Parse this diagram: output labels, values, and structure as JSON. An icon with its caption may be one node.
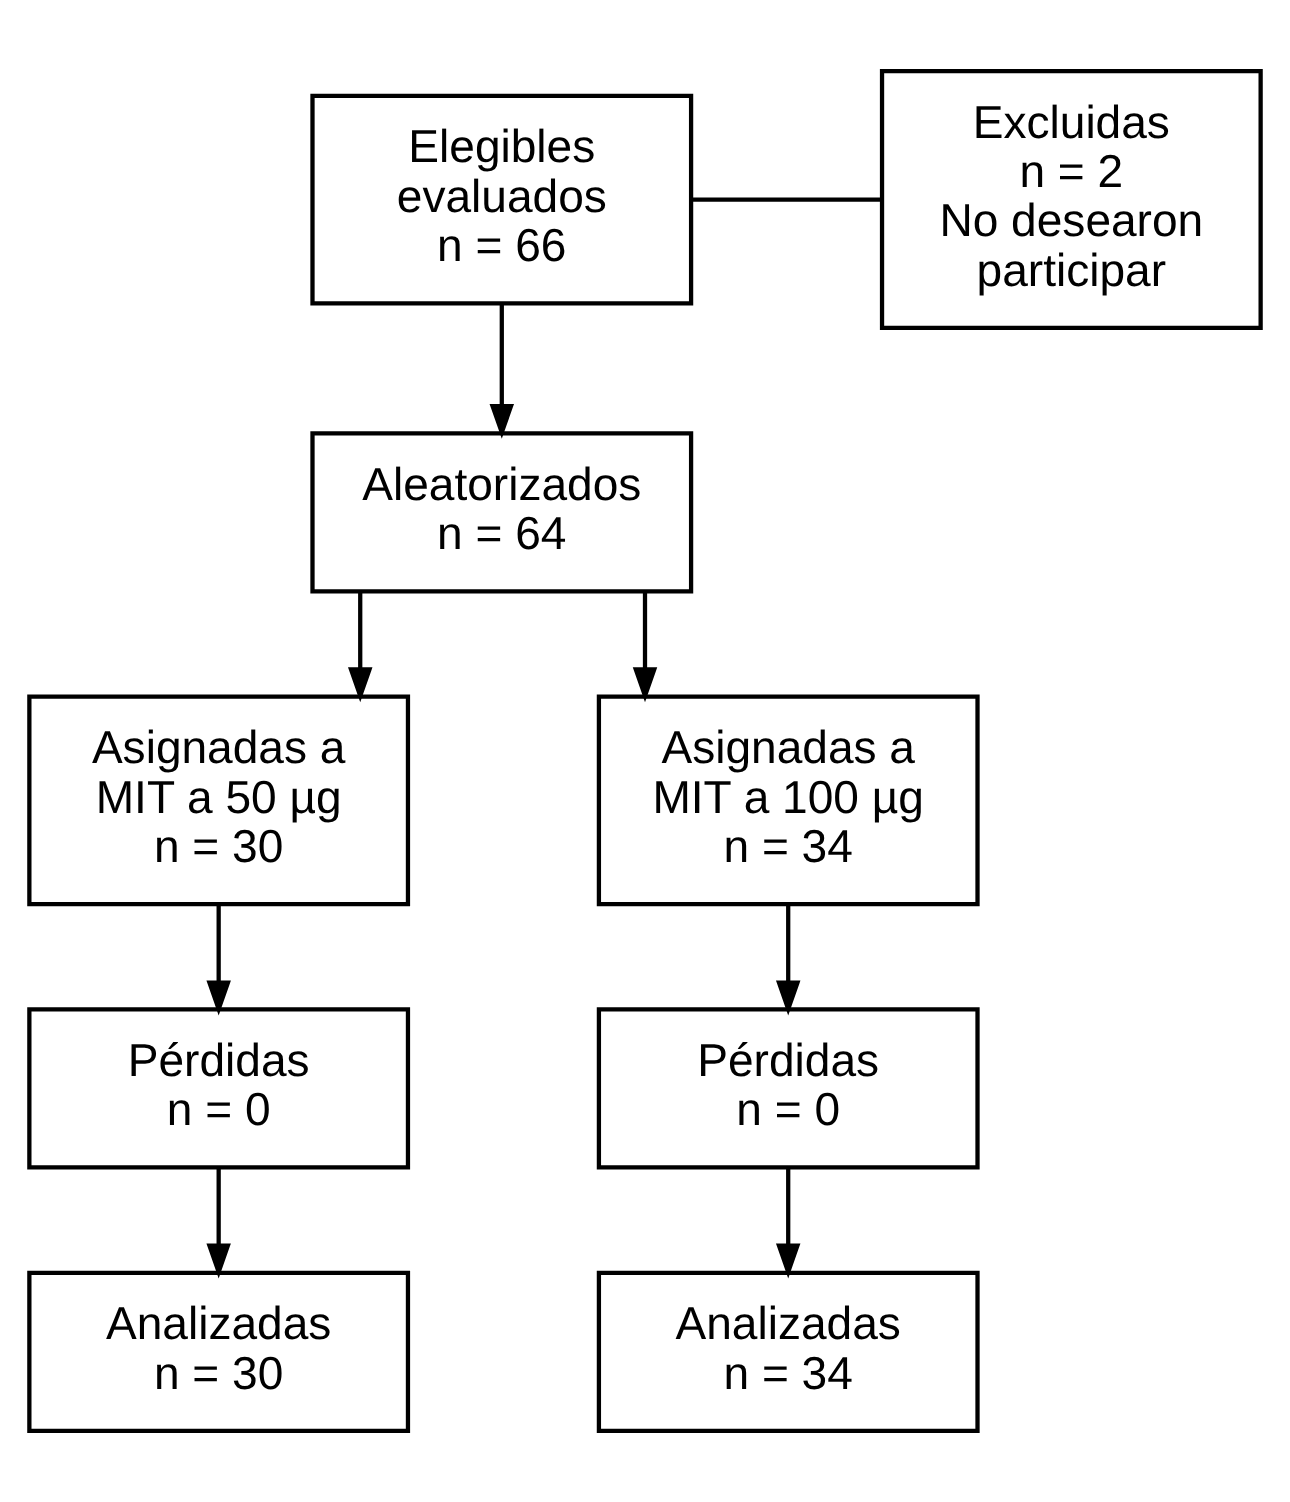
{
  "diagram": {
    "nodes": [
      {
        "text": [
          "Elegibles evaluados",
          "n = 66"
        ]
      },
      {
        "text": [
          "Excluidas",
          "n = 2",
          "No desearon participar"
        ]
      },
      {
        "text": [
          "Aleatorizados",
          "n = 64"
        ]
      },
      {
        "text": [
          "Asignadas a MIT a 50 µg",
          "n = 30"
        ]
      },
      {
        "text": [
          "Asignadas a MIT a 100 µg",
          "n = 34"
        ]
      },
      {
        "text": [
          "Pérdidas",
          "n = 0"
        ]
      },
      {
        "text": [
          "Pérdidas",
          "n = 0"
        ]
      },
      {
        "text": [
          "Analizadas",
          "n = 30"
        ]
      },
      {
        "text": [
          "Analizadas",
          "n = 34"
        ]
      }
    ],
    "edges": [
      {
        "from": 0,
        "to": 2,
        "arrow": "to"
      },
      {
        "from": 0,
        "to": 1,
        "arrow": "none"
      },
      {
        "from": 2,
        "to": 3,
        "arrow": "to"
      },
      {
        "from": 2,
        "to": 4,
        "arrow": "to"
      },
      {
        "from": 3,
        "to": 5,
        "arrow": "to"
      },
      {
        "from": 4,
        "to": 6,
        "arrow": "to"
      },
      {
        "from": 5,
        "to": 7,
        "arrow": "to"
      },
      {
        "from": 6,
        "to": 8,
        "arrow": "to"
      }
    ]
  }
}
